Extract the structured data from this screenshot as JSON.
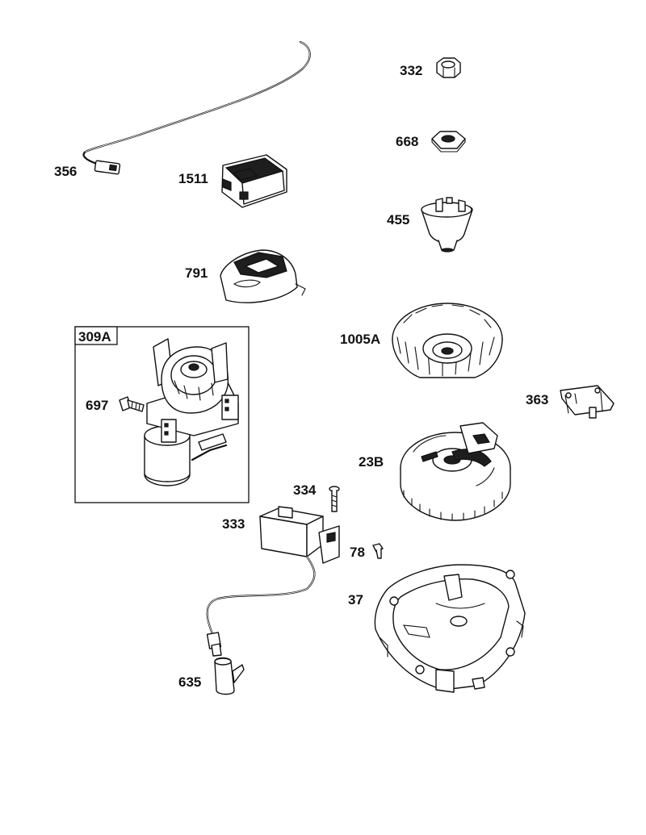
{
  "diagram": {
    "kit_label": "309A",
    "callouts": {
      "p356": "356",
      "p1511": "1511",
      "p791": "791",
      "p309a_697": "697",
      "p332": "332",
      "p668": "668",
      "p455": "455",
      "p1005a": "1005A",
      "p363": "363",
      "p23b": "23B",
      "p334": "334",
      "p333": "333",
      "p78": "78",
      "p37": "37",
      "p635": "635"
    }
  }
}
